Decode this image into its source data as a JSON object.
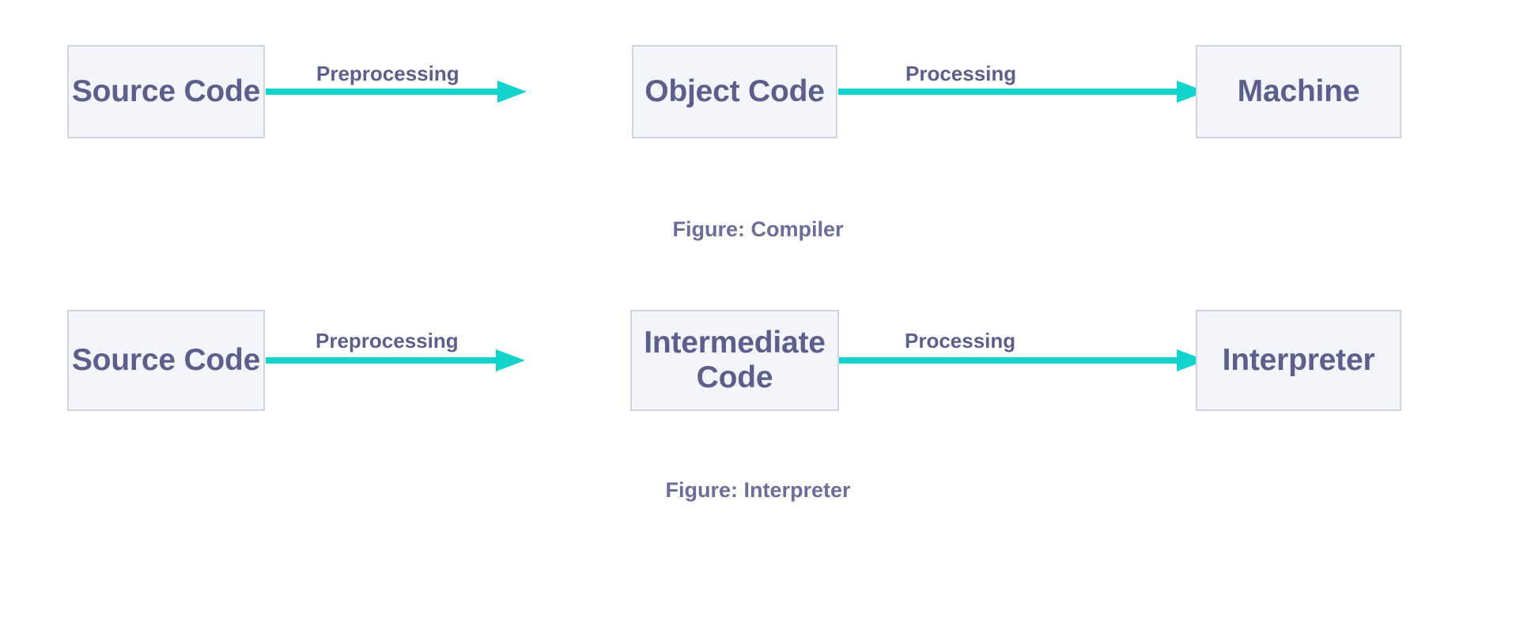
{
  "theme": {
    "background": "#ffffff",
    "box_fill": "#f3f5fa",
    "box_border": "#cdd4e0",
    "text_color": "#5c5f8c",
    "caption_color": "#6b6e99",
    "arrow_color": "#12d3cc"
  },
  "diagrams": [
    {
      "id": "compiler",
      "caption": "Figure: Compiler",
      "nodes": [
        {
          "id": "source-code-1",
          "label": "Source Code"
        },
        {
          "id": "object-code",
          "label": "Object Code"
        },
        {
          "id": "machine",
          "label": "Machine"
        }
      ],
      "edges": [
        {
          "id": "preprocessing-1",
          "label": "Preprocessing",
          "from": "source-code-1",
          "to": "object-code"
        },
        {
          "id": "processing-1",
          "label": "Processing",
          "from": "object-code",
          "to": "machine"
        }
      ]
    },
    {
      "id": "interpreter",
      "caption": "Figure: Interpreter",
      "nodes": [
        {
          "id": "source-code-2",
          "label": "Source Code"
        },
        {
          "id": "intermediate-code",
          "label": "Intermediate\nCode"
        },
        {
          "id": "interpreter",
          "label": "Interpreter"
        }
      ],
      "edges": [
        {
          "id": "preprocessing-2",
          "label": "Preprocessing",
          "from": "source-code-2",
          "to": "intermediate-code"
        },
        {
          "id": "processing-2",
          "label": "Processing",
          "from": "intermediate-code",
          "to": "interpreter"
        }
      ]
    }
  ]
}
